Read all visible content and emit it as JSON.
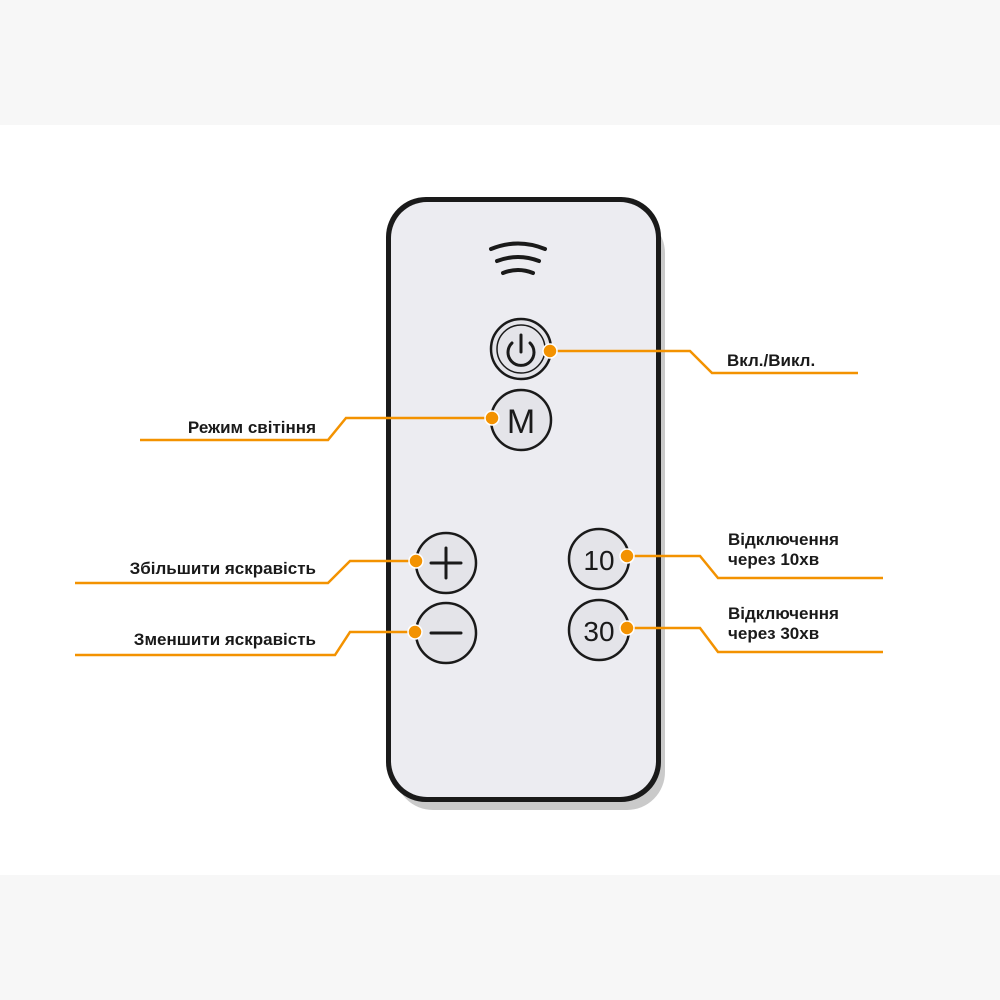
{
  "colors": {
    "accent": "#f39200",
    "remote_body": "#ececf1",
    "remote_frame": "#1a1a1a",
    "button_fill": "#e4e4e9",
    "button_stroke": "#1a1a1a",
    "text": "#1a1a1a"
  },
  "remote": {
    "signal_icon": "wifi-signal-icon",
    "buttons": {
      "power": {
        "icon": "power-icon"
      },
      "mode": {
        "text": "M"
      },
      "plus": {
        "icon": "plus-icon"
      },
      "minus": {
        "icon": "minus-icon"
      },
      "timer10": {
        "text": "10"
      },
      "timer30": {
        "text": "30"
      }
    }
  },
  "labels": {
    "power": "Вкл./Викл.",
    "mode": "Режим світіння",
    "plus": "Збільшити яскравість",
    "minus": "Зменшити яскравість",
    "timer10": [
      "Відключення",
      "через 10хв"
    ],
    "timer30": [
      "Відключення",
      "через 30хв"
    ]
  }
}
